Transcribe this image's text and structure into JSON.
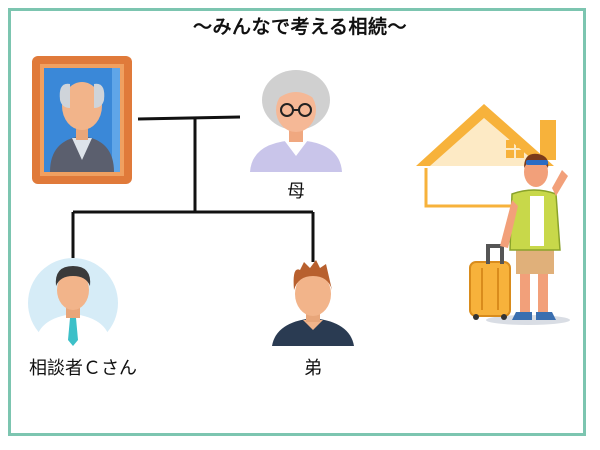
{
  "title": "〜みんなで考える相続〜",
  "people": {
    "mother": "母",
    "client": "相談者Ｃさん",
    "brother": "弟"
  },
  "colors": {
    "border": "#7cc5b0",
    "roof": "#f7b23b",
    "portrait_frame": "#e07a3a"
  }
}
